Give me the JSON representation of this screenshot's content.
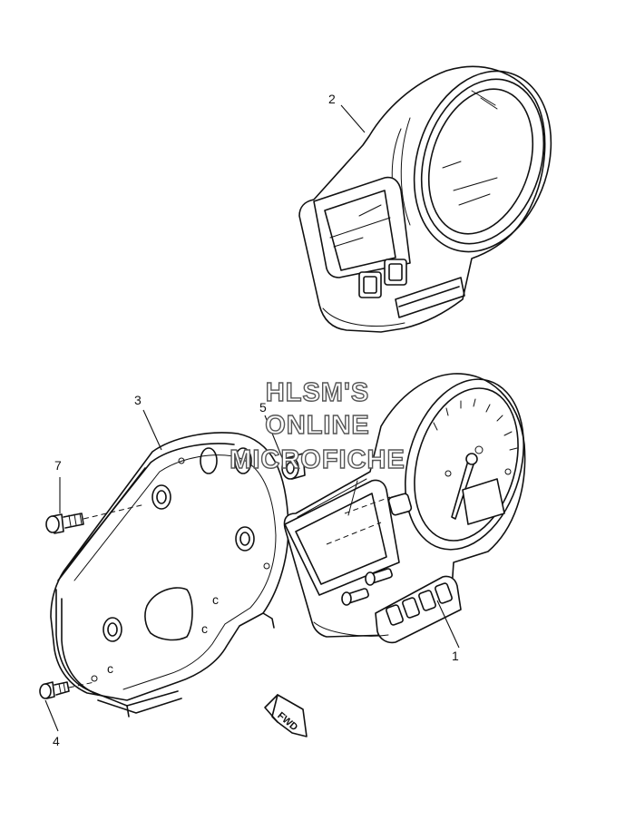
{
  "callouts": [
    {
      "id": "1",
      "label": "1"
    },
    {
      "id": "2",
      "label": "2"
    },
    {
      "id": "3",
      "label": "3"
    },
    {
      "id": "4",
      "label": "4"
    },
    {
      "id": "5",
      "label": "5"
    },
    {
      "id": "7",
      "label": "7"
    }
  ],
  "watermark": {
    "line1": "HLSM'S",
    "line2": "ONLINE",
    "line3": "MICROFICHE"
  },
  "fwd_label": "FWD"
}
